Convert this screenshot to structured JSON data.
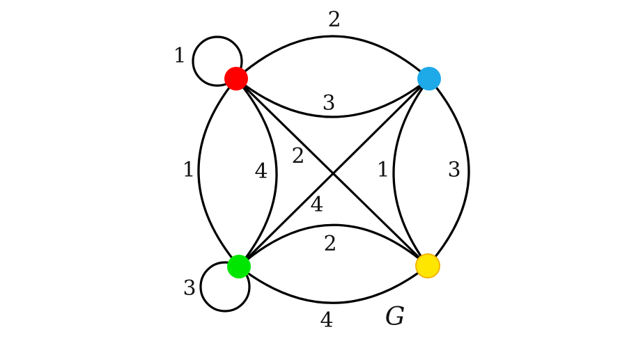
{
  "graph": {
    "name": "G",
    "nodes": [
      {
        "id": "red",
        "color": "#ff0000"
      },
      {
        "id": "blue",
        "color": "#1ea9e8"
      },
      {
        "id": "green",
        "color": "#00e600"
      },
      {
        "id": "yellow",
        "color": "#ffe600"
      }
    ],
    "edges": [
      {
        "id": "red-blue-outer",
        "weight": "2"
      },
      {
        "id": "red-blue-inner",
        "weight": "3"
      },
      {
        "id": "blue-yellow-outer",
        "weight": "3"
      },
      {
        "id": "blue-yellow-inner",
        "weight": "1"
      },
      {
        "id": "green-yellow-inner",
        "weight": "2"
      },
      {
        "id": "green-yellow-outer",
        "weight": "4"
      },
      {
        "id": "red-green-outer",
        "weight": "1"
      },
      {
        "id": "red-green-inner",
        "weight": "4"
      },
      {
        "id": "red-yellow-diagonal",
        "weight": "2"
      },
      {
        "id": "green-blue-diagonal",
        "weight": "4"
      },
      {
        "id": "red-loop",
        "weight": "1"
      },
      {
        "id": "green-loop",
        "weight": "3"
      }
    ]
  }
}
